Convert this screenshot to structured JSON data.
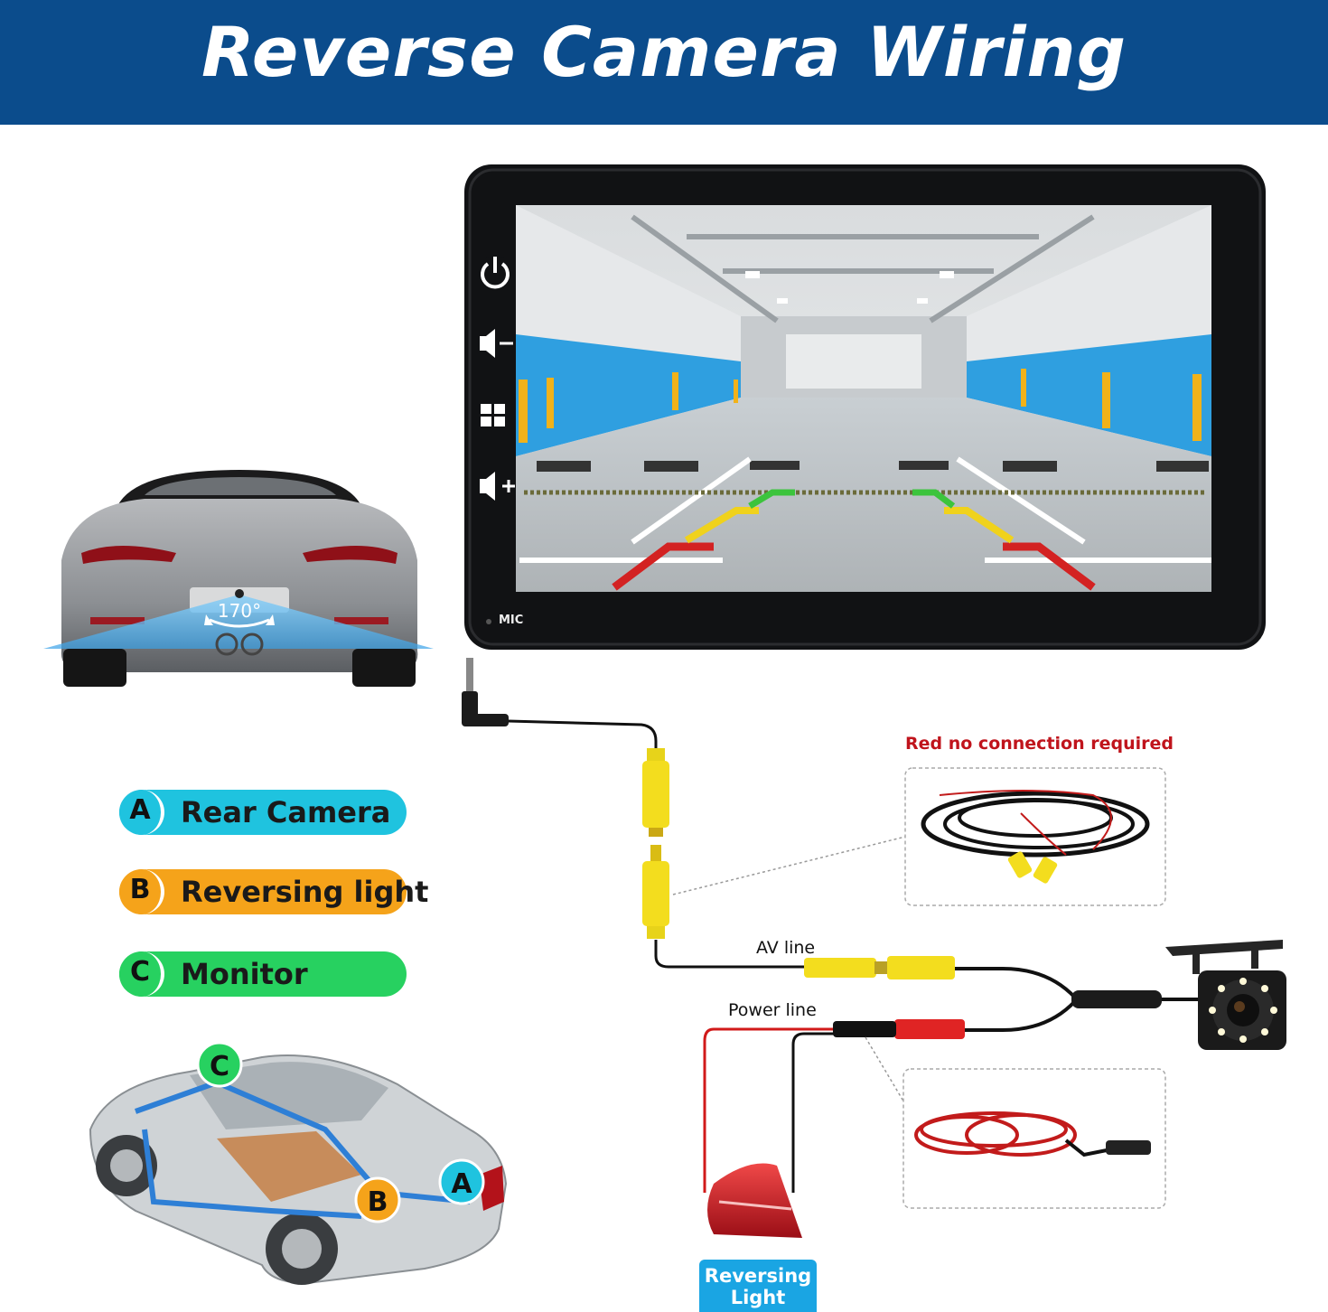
{
  "title": "Reverse Camera Wiring",
  "colors": {
    "banner": "#0b4c8c",
    "rear_camera": "#1fc3df",
    "reversing_light": "#f5a31a",
    "monitor": "#27d160",
    "red_wire": "#d11a1a",
    "yellow_connector": "#f3dd1e",
    "badge": "#1aa5e3",
    "route": "#2e7fd6"
  },
  "legend": [
    {
      "letter": "A",
      "label": "Rear Camera"
    },
    {
      "letter": "B",
      "label": "Reversing light"
    },
    {
      "letter": "C",
      "label": "Monitor"
    }
  ],
  "monitor": {
    "mic_label": "MIC",
    "buttons": [
      "power-icon",
      "volume-down-icon",
      "home-grid-icon",
      "volume-up-icon"
    ]
  },
  "rear_car": {
    "angle_label": "170°"
  },
  "wires": {
    "av_line": "AV line",
    "power_line": "Power line",
    "red_note": "Red no connection required"
  },
  "badge": {
    "line1": "Reversing",
    "line2": "Light"
  },
  "car_markers": [
    "C",
    "B",
    "A"
  ]
}
